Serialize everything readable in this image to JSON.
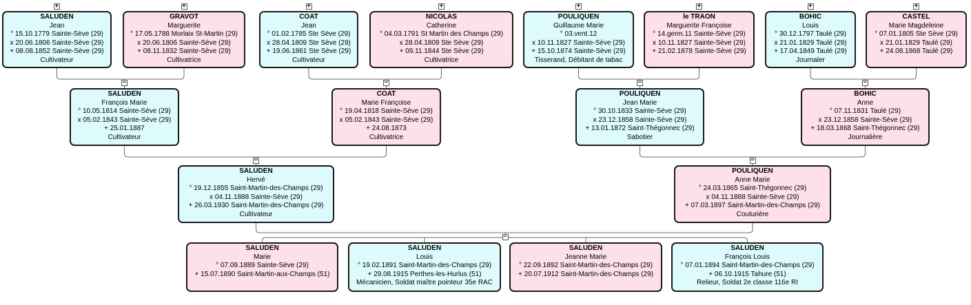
{
  "people": {
    "saluden_jean": {
      "lines": [
        "SALUDEN",
        "Jean",
        "° 15.10.1779 Sainte-Sève (29)",
        "x 20.06.1806 Sainte-Sève (29)",
        "+ 08.08.1852 Sainte-Sève (29)",
        "Cultivateur"
      ],
      "sex": "m"
    },
    "gravot_marguerite": {
      "lines": [
        "GRAVOT",
        "Marguerite",
        "° 17.05.1788 Morlaix St-Martin (29)",
        "x 20.06.1806 Sainte-Sève (29)",
        "+ 08.11.1832 Sainte-Sève (29)",
        "Cultivatrice"
      ],
      "sex": "f"
    },
    "coat_jean": {
      "lines": [
        "COAT",
        "Jean",
        "° 01.02.1785 Ste Sève (29)",
        "x 28.04.1809 Ste Sève (29)",
        "+ 19.06.1861 Ste Sève (29)",
        "Cultivateur"
      ],
      "sex": "m"
    },
    "nicolas_catherine": {
      "lines": [
        "NICOLAS",
        "Catherine",
        "° 04.03.1791 St Martin des Champs (29)",
        "x 28.04.1809 Ste Sève (29)",
        "+ 09.11.1844 Ste Sève (29)",
        "Cultivatrice"
      ],
      "sex": "f"
    },
    "pouliquen_guillaume": {
      "lines": [
        "POULIQUEN",
        "Guillaume Marie",
        "° 03.vent.12",
        "x 10.11.1827 Sainte-Sève (29)",
        "+ 15.10.1874 Sainte-Sève (29)",
        "Tisserand, Débitant de tabac"
      ],
      "sex": "m"
    },
    "letraon_marguerite": {
      "lines": [
        "le TRAON",
        "Marguerite Françoise",
        "° 14.germ.11 Sainte-Sève (29)",
        "x 10.11.1827 Sainte-Sève (29)",
        "+ 21.02.1878 Sainte-Sève (29)"
      ],
      "sex": "f"
    },
    "bohic_louis": {
      "lines": [
        "BOHIC",
        "Louis",
        "° 30.12.1797 Taulé (29)",
        "x 21.01.1829 Taulé (29)",
        "+ 17.04.1849 Taulé (29)",
        "Journaler"
      ],
      "sex": "m"
    },
    "castel_marie": {
      "lines": [
        "CASTEL",
        "Marie Magdeleine",
        "° 07.01.1805 Ste Sève (29)",
        "x 21.01.1829 Taulé (29)",
        "+ 24.08.1868 Taulé (29)"
      ],
      "sex": "f"
    },
    "saluden_francois": {
      "lines": [
        "SALUDEN",
        "François Marie",
        "° 10.05.1814 Sainte-Sève (29)",
        "x 05.02.1843 Sainte-Sève (29)",
        "+ 25.01.1887",
        "Cultivateur"
      ],
      "sex": "m"
    },
    "coat_marie": {
      "lines": [
        "COAT",
        "Marie Françoise",
        "° 19.04.1818 Sainte-Sève (29)",
        "x 05.02.1843 Sainte-Sève (29)",
        "+ 24.08.1873",
        "Cultivatrice"
      ],
      "sex": "f"
    },
    "pouliquen_jean": {
      "lines": [
        "POULIQUEN",
        "Jean Marie",
        "° 30.10.1833 Sainte-Sève (29)",
        "x 23.12.1858 Sainte-Sève (29)",
        "+ 13.01.1872 Saint-Thégonnec (29)",
        "Sabotier"
      ],
      "sex": "m"
    },
    "bohic_anne": {
      "lines": [
        "BOHIC",
        "Anne",
        "° 07.11.1831 Taulé (29)",
        "x 23.12.1858 Sainte-Sève (29)",
        "+ 18.03.1868 Saint-Thégonnec (29)",
        "Journalière"
      ],
      "sex": "f"
    },
    "saluden_herve": {
      "lines": [
        "SALUDEN",
        "Hervé",
        "° 19.12.1855 Saint-Martin-des-Champs (29)",
        "x 04.11.1888 Sainte-Sève (29)",
        "+ 26.03.1930 Saint-Martin-des-Champs (29)",
        "Cultivateur"
      ],
      "sex": "m"
    },
    "pouliquen_anne": {
      "lines": [
        "POULIQUEN",
        "Anne Marie",
        "° 24.03.1865 Saint-Thégonnec (29)",
        "x 04.11.1888 Sainte-Sève (29)",
        "+ 07.03.1897 Saint-Martin-des-Champs (29)",
        "Couturière"
      ],
      "sex": "f"
    },
    "saluden_marie": {
      "lines": [
        "SALUDEN",
        "Marie",
        "° 07.09.1889 Sainte-Sève (29)",
        "+ 15.07.1890 Saint-Martin-aux-Champs (51)"
      ],
      "sex": "f"
    },
    "saluden_louis": {
      "lines": [
        "SALUDEN",
        "Louis",
        "° 19.02.1891 Saint-Martin-des-Champs (29)",
        "+ 29.08.1915 Perthes-les-Hurlus (51)",
        "Mécanicien, Soldat maître pointeur 35e RAC"
      ],
      "sex": "m"
    },
    "saluden_jeanne": {
      "lines": [
        "SALUDEN",
        "Jeanne Marie",
        "° 22.09.1892 Saint-Martin-des-Champs (29)",
        "+ 20.07.1912 Saint-Martin-des-Champs (29)"
      ],
      "sex": "f"
    },
    "saluden_francoislouis": {
      "lines": [
        "SALUDEN",
        "François Louis",
        "° 07.01.1894 Saint-Martin-des-Champs (29)",
        "+ 06.10.1915 Tahure (51)",
        "Relieur, Soldat 2e classe 116e RI"
      ],
      "sex": "m"
    }
  },
  "toggles": {
    "expand": "+",
    "collapse": "−"
  },
  "colors": {
    "male_fill": "#ddfbfd",
    "female_fill": "#fde0ec",
    "border": "#1a1a1a",
    "connector": "#6b6b6b"
  }
}
